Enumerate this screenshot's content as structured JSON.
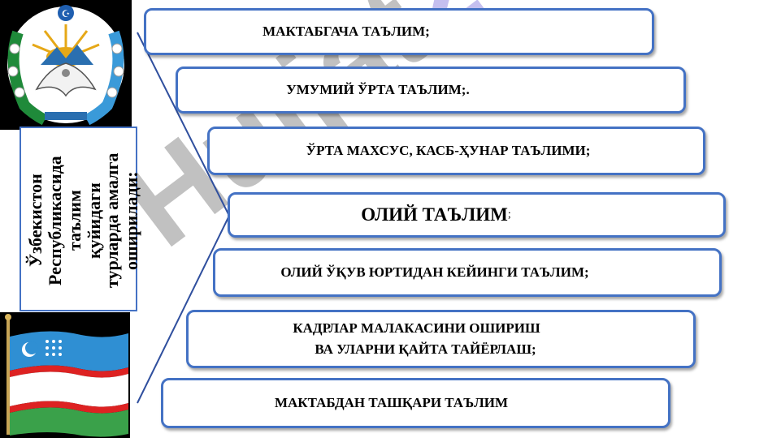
{
  "watermark": {
    "main": "Hujjat",
    "accent": "24",
    "accent_color": "#8b80e0"
  },
  "side_panel": {
    "text_left": "Ўзбекистон\nРеспубликасида\nтаълим\nқуйидаги",
    "text_right": "турларда амалга\nоширилади:"
  },
  "items": [
    {
      "label": "МАКТАБГАЧА ТАЪЛИМ;"
    },
    {
      "label": "УМУМИЙ ЎРТА ТАЪЛИМ;."
    },
    {
      "label": "ЎРТА МАХСУС, КАСБ-ҲУНАР ТАЪЛИМИ;"
    },
    {
      "label": "ОЛИЙ ТАЪЛИМ",
      "suffix": ";"
    },
    {
      "label": "ОЛИЙ ЎҚУВ ЮРТИДАН КЕЙИНГИ ТАЪЛИМ;"
    },
    {
      "label": "КАДРЛАР МАЛАКАСИНИ ОШИРИШ",
      "label2": "ВА УЛАРНИ ҚАЙТА ТАЙЁРЛАШ;"
    },
    {
      "label": "МАКТАБДАН ТАШҚАРИ ТАЪЛИМ"
    }
  ],
  "colors": {
    "border": "#4472c4",
    "connector": "#2f4f9e"
  },
  "icons": {
    "emblem": "uzbekistan-emblem-icon",
    "flag": "uzbekistan-flag-icon"
  }
}
